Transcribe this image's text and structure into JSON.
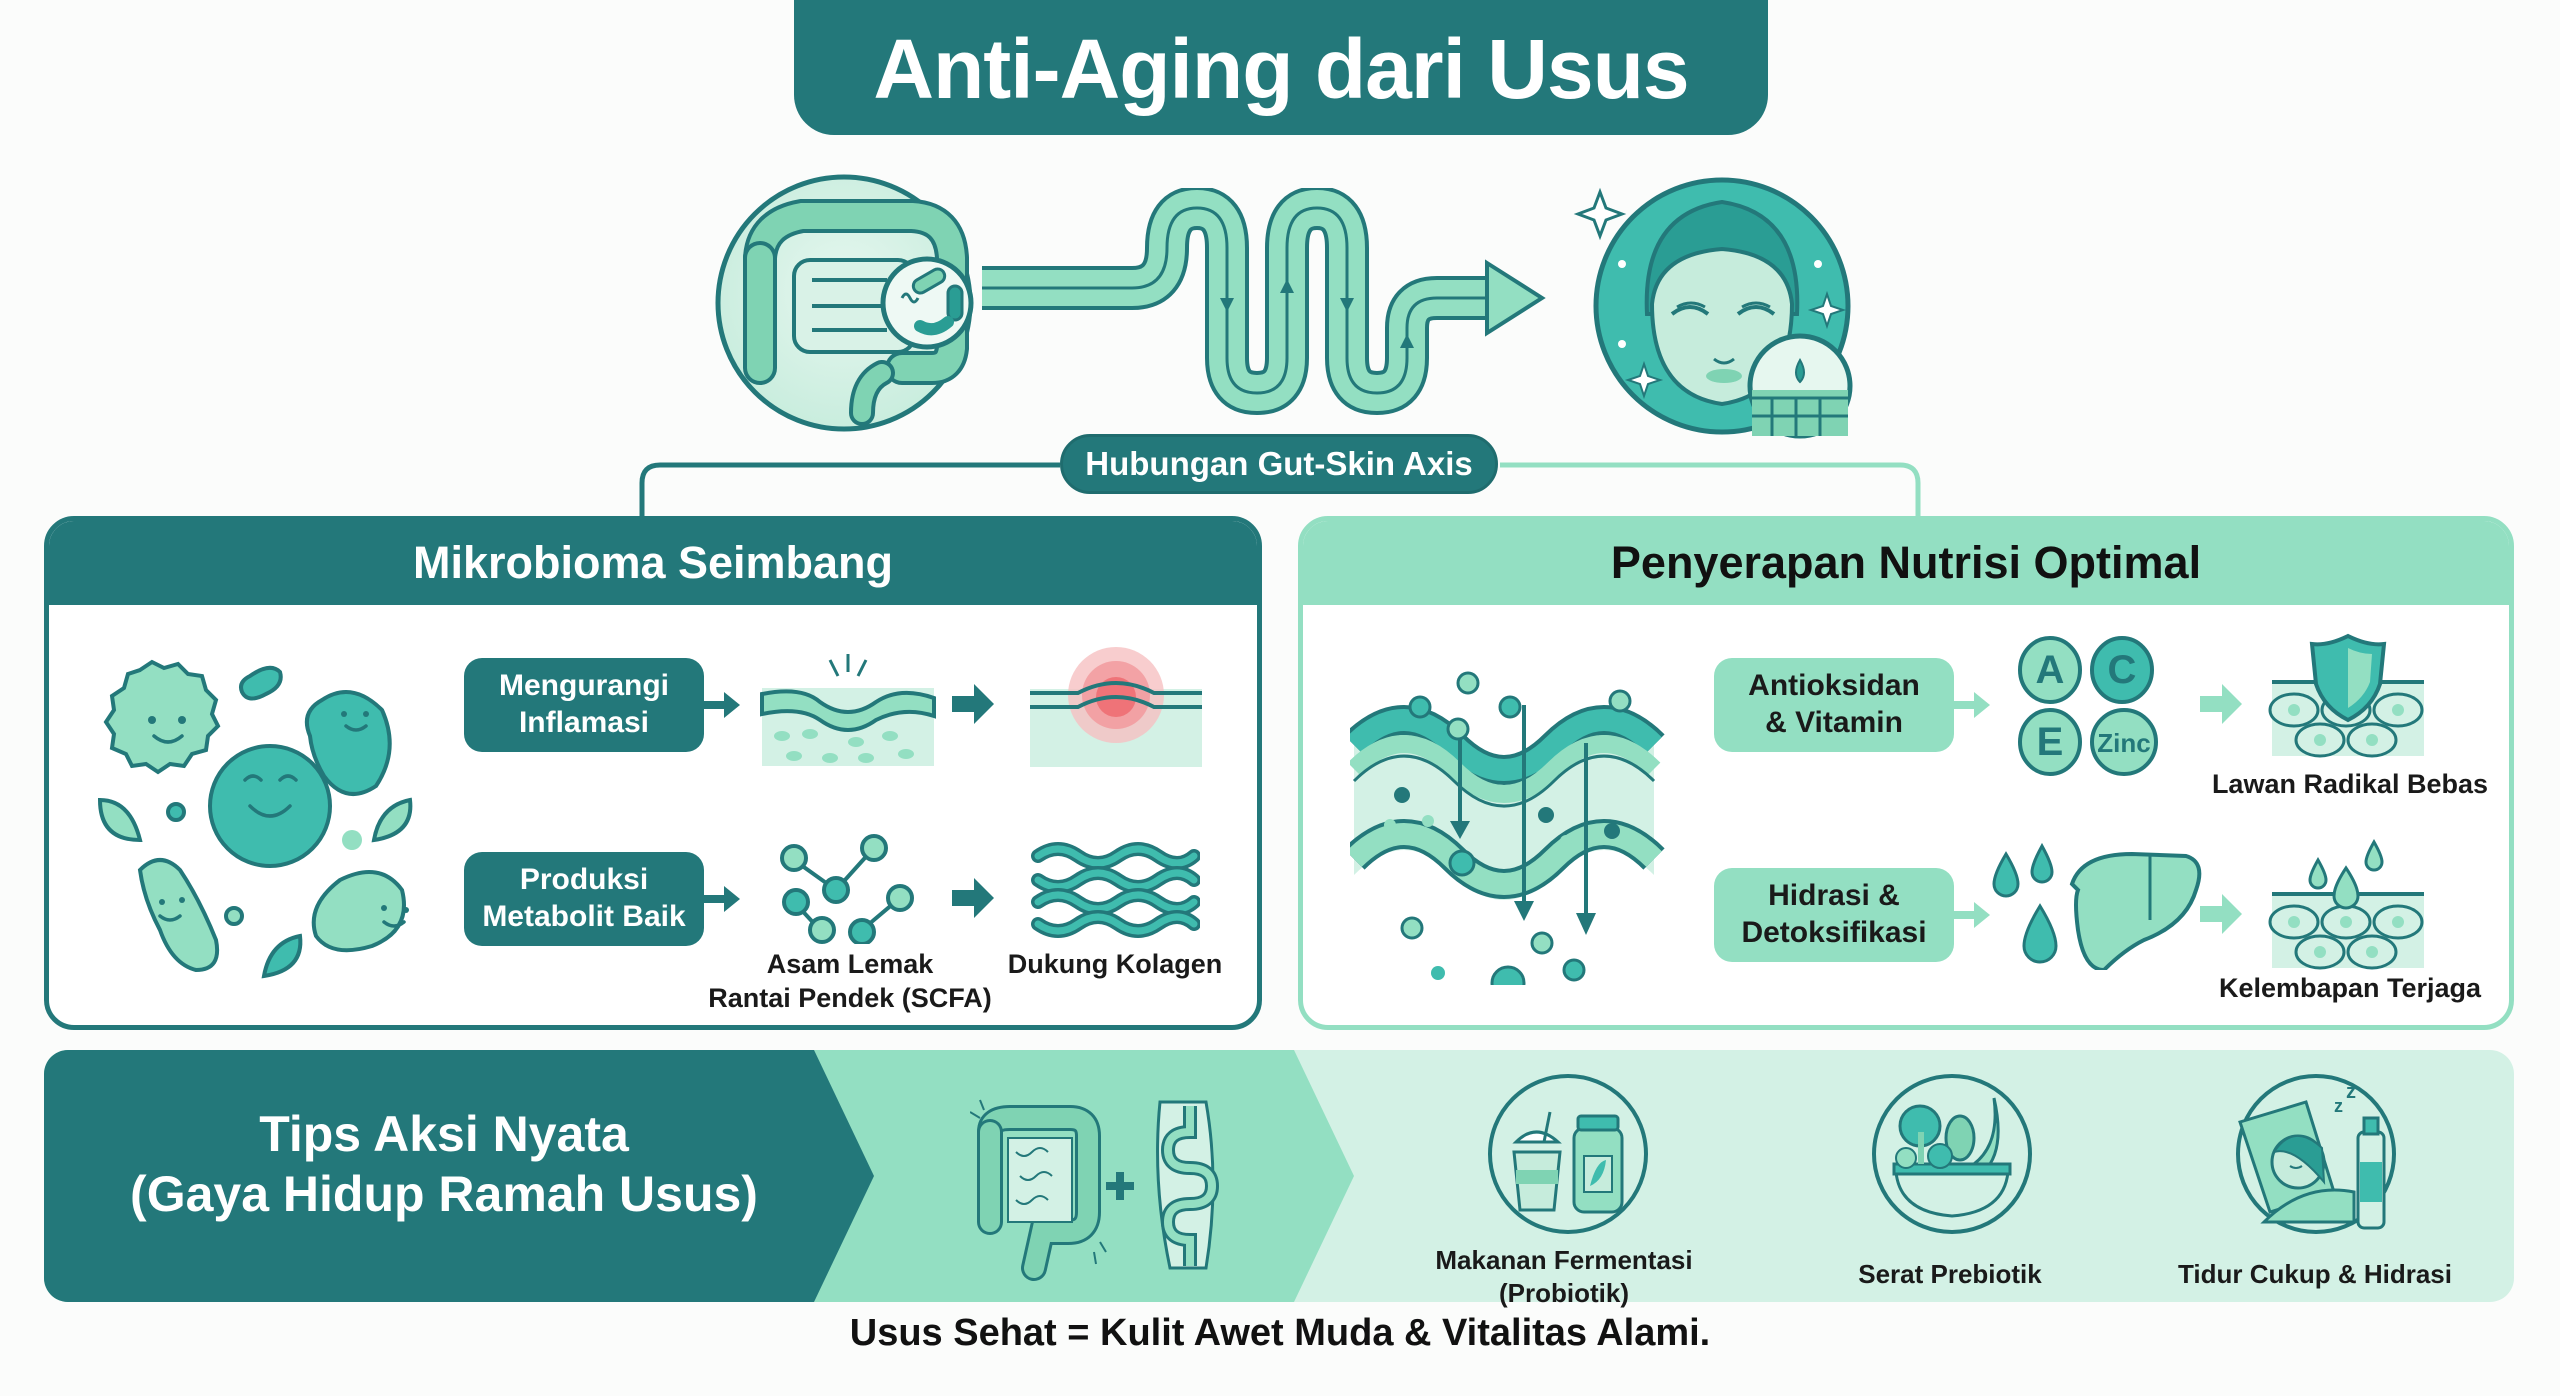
{
  "title": "Anti-Aging dari Usus",
  "hero": {
    "left_icon": "gut-microbiome-icon",
    "path_icon": "winding-arrow-path",
    "right_icon": "glowing-face-skin-icon",
    "axis_label": "Hubungan Gut-Skin Axis"
  },
  "panels": {
    "left": {
      "title": "Mikrobioma Seimbang",
      "illustration": "happy-bacteria-cluster",
      "rows": [
        {
          "label_line1": "Mengurangi",
          "label_line2": "Inflamasi",
          "step1_icon": "skin-layer-irritated-icon",
          "step2_icon": "skin-layer-inflamed-red-icon",
          "caption1": "",
          "caption2": ""
        },
        {
          "label_line1": "Produksi",
          "label_line2": "Metabolit Baik",
          "step1_icon": "molecule-chain-icon",
          "step2_icon": "collagen-fibers-icon",
          "caption1_line1": "Asam Lemak",
          "caption1_line2": "Rantai Pendek (SCFA)",
          "caption2": "Dukung Kolagen"
        }
      ]
    },
    "right": {
      "title": "Penyerapan Nutrisi Optimal",
      "illustration": "gut-lining-absorption",
      "rows": [
        {
          "label_line1": "Antioksidan",
          "label_line2": "& Vitamin",
          "vitamins": [
            "A",
            "C",
            "E",
            "Zinc"
          ],
          "step2_icon": "shield-skin-cells-icon",
          "caption": "Lawan Radikal Bebas"
        },
        {
          "label_line1": "Hidrasi &",
          "label_line2": "Detoksifikasi",
          "step1_icon": "water-drops-liver-icon",
          "step2_icon": "hydrated-skin-cells-icon",
          "caption": "Kelembapan Terjaga"
        }
      ]
    }
  },
  "tips": {
    "title_line1": "Tips Aksi Nyata",
    "title_line2": "(Gaya Hidup Ramah Usus)",
    "connector_icon": "large-plus-small-intestine-icon",
    "items": [
      {
        "icon": "fermented-food-jar-icon",
        "label_line1": "Makanan Fermentasi",
        "label_line2": "(Probiotik)"
      },
      {
        "icon": "fiber-bowl-icon",
        "label_line1": "Serat Prebiotik",
        "label_line2": ""
      },
      {
        "icon": "sleep-water-bottle-icon",
        "label_line1": "Tidur Cukup & Hidrasi",
        "label_line2": ""
      }
    ]
  },
  "footer": "Usus Sehat = Kulit Awet Muda & Vitalitas Alami.",
  "colors": {
    "dark_teal": "#23787a",
    "mint": "#93dfc2",
    "pale_mint": "#d3f1e5",
    "mid_teal": "#3fbcae",
    "inflammation_red": "#ee6e73"
  }
}
